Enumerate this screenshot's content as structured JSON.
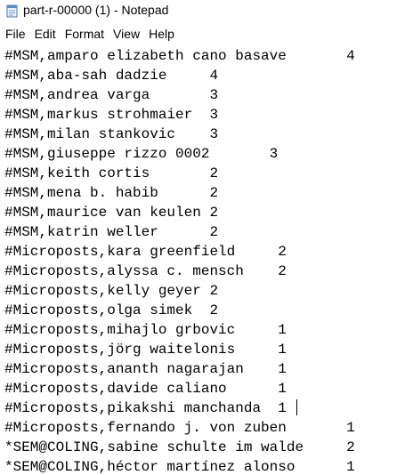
{
  "window": {
    "title": "part-r-00000 (1) - Notepad"
  },
  "menu": {
    "items": [
      "File",
      "Edit",
      "Format",
      "View",
      "Help"
    ]
  },
  "editor": {
    "lines": [
      "#MSM,amparo elizabeth cano basave       4",
      "#MSM,aba-sah dadzie     4",
      "#MSM,andrea varga       3",
      "#MSM,markus strohmaier  3",
      "#MSM,milan stankovic    3",
      "#MSM,giuseppe rizzo 0002       3",
      "#MSM,keith cortis       2",
      "#MSM,mena b. habib      2",
      "#MSM,maurice van keulen 2",
      "#MSM,katrin weller      2",
      "#Microposts,kara greenfield     2",
      "#Microposts,alyssa c. mensch    2",
      "#Microposts,kelly geyer 2",
      "#Microposts,olga simek  2",
      "#Microposts,mihajlo grbovic     1",
      "#Microposts,jörg waitelonis     1",
      "#Microposts,ananth nagarajan    1",
      "#Microposts,davide caliano      1",
      "#Microposts,pikakshi manchanda  1",
      "#Microposts,fernando j. von zuben       1",
      "*SEM@COLING,sabine schulte im walde     2",
      "*SEM@COLING,héctor martínez alonso      1"
    ]
  }
}
